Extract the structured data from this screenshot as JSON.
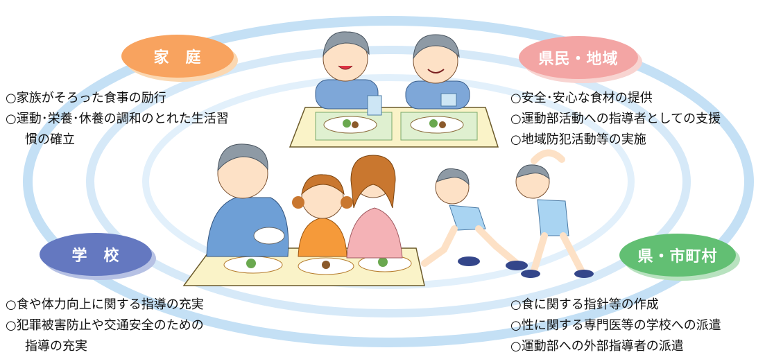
{
  "badges": {
    "katei": "家　庭",
    "kenmin": "県民・地域",
    "gakko": "学　校",
    "ken": "県・市町村"
  },
  "katei_items": {
    "item1": "○家族がそろった食事の励行",
    "item2": "○運動･栄養･休養の調和のとれた生活習",
    "item2_cont": "慣の確立"
  },
  "kenmin_items": {
    "item1": "○安全･安心な食材の提供",
    "item2": "○運動部活動への指導者としての支援",
    "item3": "○地域防犯活動等の実施"
  },
  "gakko_items": {
    "item1": "○食や体力向上に関する指導の充実",
    "item2": "○犯罪被害防止や交通安全のための",
    "item2_cont": "指導の充実"
  },
  "ken_items": {
    "item1": "○食に関する指針等の作成",
    "item2": "○性に関する専門医等の学校への派遣",
    "item3": "○運動部への外部指導者の派遣"
  },
  "colors": {
    "ring": "#b9d8f0",
    "katei": "#f8a35f",
    "kenmin": "#f3a5a4",
    "gakko": "#6478c0",
    "ken": "#62bf73"
  }
}
